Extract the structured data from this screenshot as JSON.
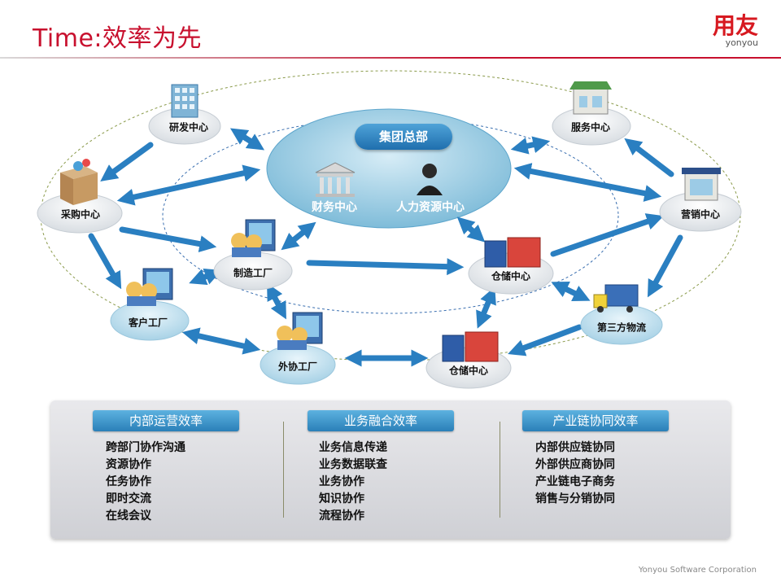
{
  "header": {
    "title": "Time:效率为先",
    "logo_text": "用友",
    "logo_sub": "yonyou"
  },
  "diagram": {
    "hub": {
      "title": "集团总部",
      "finance": "财务中心",
      "hr": "人力资源中心"
    },
    "nodes": {
      "rd": "研发中心",
      "purchase": "采购中心",
      "factory": "制造工厂",
      "customer_factory": "客户工厂",
      "outsource_factory": "外协工厂",
      "warehouse_top": "仓储中心",
      "warehouse_bottom": "仓储中心",
      "logistics": "第三方物流",
      "service": "服务中心",
      "marketing": "营销中心"
    }
  },
  "panel": {
    "columns": [
      {
        "header": "内部运营效率",
        "items": [
          "跨部门协作沟通",
          "资源协作",
          "任务协作",
          "即时交流",
          "在线会议"
        ]
      },
      {
        "header": "业务融合效率",
        "items": [
          "业务信息传递",
          "业务数据联查",
          "业务协作",
          "知识协作",
          "流程协作"
        ]
      },
      {
        "header": "产业链协同效率",
        "items": [
          "内部供应链协同",
          "外部供应商协同",
          "产业链电子商务",
          "销售与分销协同"
        ]
      }
    ]
  },
  "footer": "Yonyou Software Corporation",
  "colors": {
    "brand_red": "#c8102e",
    "arrow_blue": "#2a7fc1",
    "hub": "#a9d4e8"
  }
}
